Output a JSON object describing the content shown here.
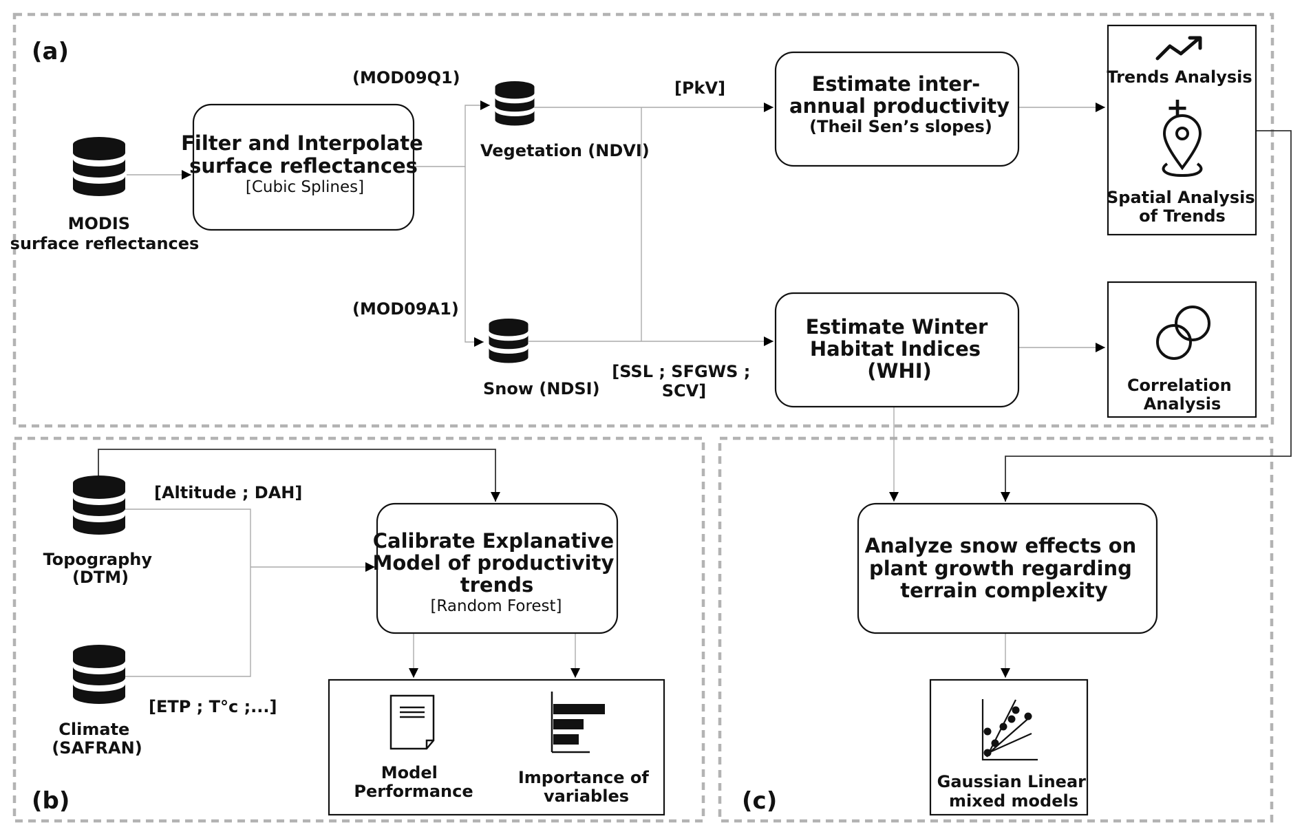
{
  "panels": {
    "a": "(a)",
    "b": "(b)",
    "c": "(c)"
  },
  "inputs": {
    "modis": [
      "MODIS",
      "surface reflectances"
    ],
    "topography": [
      "Topography",
      "(DTM)"
    ],
    "climate": [
      "Climate",
      "(SAFRAN)"
    ]
  },
  "products": {
    "mod09q1": "(MOD09Q1)",
    "mod09a1": "(MOD09A1)",
    "vegetation": "Vegetation (NDVI)",
    "snow": "Snow (NDSI)"
  },
  "edge_labels": {
    "pkv": "[PkV]",
    "snow_indices": [
      "[SSL ; SFGWS ;",
      "SCV]"
    ],
    "altitude": "[Altitude ; DAH]",
    "climate_vars": "[ETP ; T°c ;...]"
  },
  "processes": {
    "filter": {
      "title": [
        "Filter and Interpolate",
        "surface reflectances"
      ],
      "method": "[Cubic Splines]"
    },
    "productivity": {
      "title": [
        "Estimate inter-",
        "annual productivity"
      ],
      "method": "(Theil Sen’s slopes)"
    },
    "whi": {
      "title": [
        "Estimate Winter",
        "Habitat Indices",
        "(WHI)"
      ]
    },
    "calibrate": {
      "title": [
        "Calibrate Explanative",
        "Model of productivity",
        "trends"
      ],
      "method": "[Random Forest]"
    },
    "snow_effects": {
      "title": [
        "Analyze snow effects on",
        "plant growth regarding",
        "terrain complexity"
      ]
    }
  },
  "outputs": {
    "trends": "Trends Analysis",
    "plus": "+",
    "spatial": [
      "Spatial Analysis",
      "of Trends"
    ],
    "correlation": [
      "Correlation",
      "Analysis"
    ],
    "model_performance": [
      "Model",
      "Performance"
    ],
    "importance": [
      "Importance of",
      "variables"
    ],
    "glmm": [
      "Gaussian Linear",
      "mixed models"
    ]
  },
  "icons": {
    "database": "database-icon",
    "trend": "trending-up-icon",
    "location": "location-pin-icon",
    "correlation": "overlapping-circles-icon",
    "document": "document-icon",
    "bars": "bar-chart-icon",
    "scatter": "scatter-plot-icon"
  },
  "colors": {
    "frame": "#b3b3b3",
    "stroke": "#111111",
    "connector": "#aaaaaa"
  }
}
